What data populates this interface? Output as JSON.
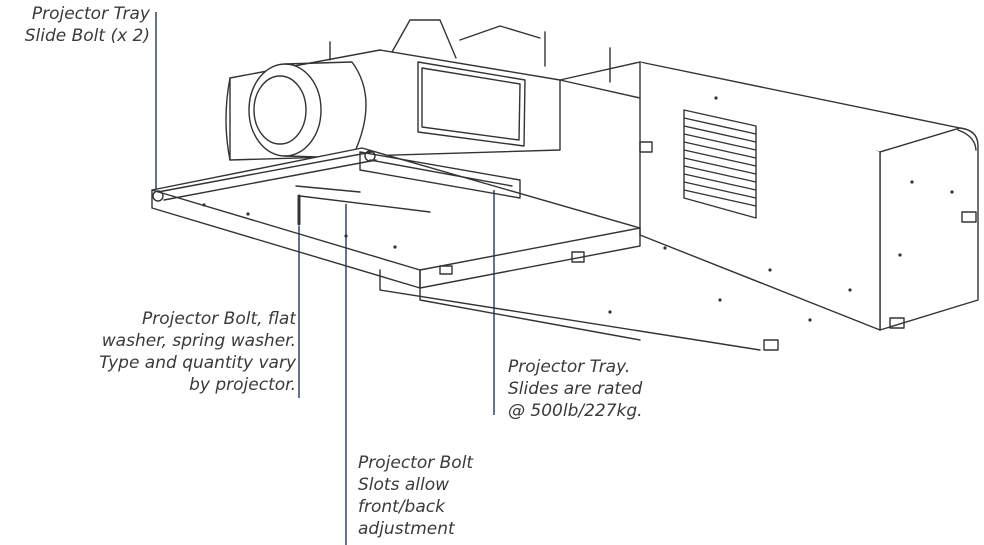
{
  "callouts": {
    "tray_slide_bolt": "Projector Tray\nSlide Bolt (x 2)",
    "projector_bolt": "Projector Bolt, flat\nwasher, spring washer.\nType and quantity vary\nby projector.",
    "tray": "Projector Tray.\nSlides are rated\n@ 500lb/227kg.",
    "bolt_slots": "Projector Bolt\nSlots allow\nfront/back\nadjustment"
  },
  "colors": {
    "outline": "#333333",
    "leader": "#1f3a5a",
    "text": "#3a3a3a"
  }
}
